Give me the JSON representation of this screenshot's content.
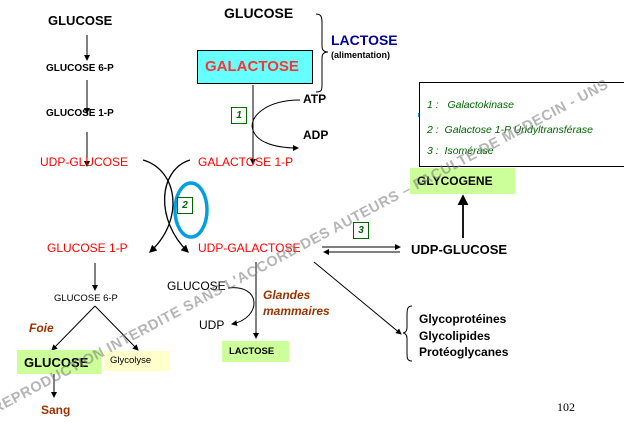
{
  "left_pathway": {
    "glucose": "GLUCOSE",
    "glucose_6p": "GLUCOSE 6-P",
    "glucose_1p": "GLUCOSE 1-P",
    "udp_glucose": "UDP-GLUCOSE"
  },
  "top_center": {
    "glucose": "GLUCOSE",
    "galactose": "GALACTOSE",
    "lactose": "LACTOSE",
    "lactose_source": "(alimentation)",
    "atp": "ATP",
    "adp": "ADP",
    "galactose_1p": "GALACTOSE 1-P"
  },
  "enzyme_steps": {
    "step1": "1",
    "step2": "2",
    "step3": "3"
  },
  "legend": {
    "items": [
      {
        "num": "1 :",
        "label": "Galactokinase"
      },
      {
        "num": "2 :",
        "label": "Galactose 1-P Uridyltransférase"
      },
      {
        "num": "3 :",
        "label": "Isomérase"
      }
    ]
  },
  "middle": {
    "glucose_1p": "GLUCOSE 1-P",
    "udp_galactose": "UDP-GALACTOSE",
    "udp_glucose": "UDP-GLUCOSE",
    "glycogene": "GLYCOGENE"
  },
  "bottom_left": {
    "glucose_6p": "GLUCOSE 6-P",
    "foie": "Foie",
    "glucose": "GLUCOSE",
    "glycolyse": "Glycolyse",
    "sang": "Sang"
  },
  "bottom_center": {
    "glucose": "GLUCOSE",
    "udp": "UDP",
    "glandes": "Glandes",
    "mammaires": "mammaires",
    "lactose": "LACTOSE"
  },
  "bottom_right": {
    "products": [
      "Glycoprotéines",
      "Glycolipides",
      "Protéoglycanes"
    ]
  },
  "watermark": "REPRODUCTION INTERDITE SANS L'ACCORD DES AUTEURS – FACULTE DE MEDECIN - UNS",
  "page_number": "102",
  "colors": {
    "highlight_blue": "#00a0e0",
    "galactose_box": "#66ffff",
    "green_box": "#ccff99",
    "yellow_box": "#ffffcc",
    "metabolite_red": "#ff0000",
    "enzyme_green": "#006600",
    "lactose_navy": "#000099",
    "organ_brown": "#993300"
  }
}
